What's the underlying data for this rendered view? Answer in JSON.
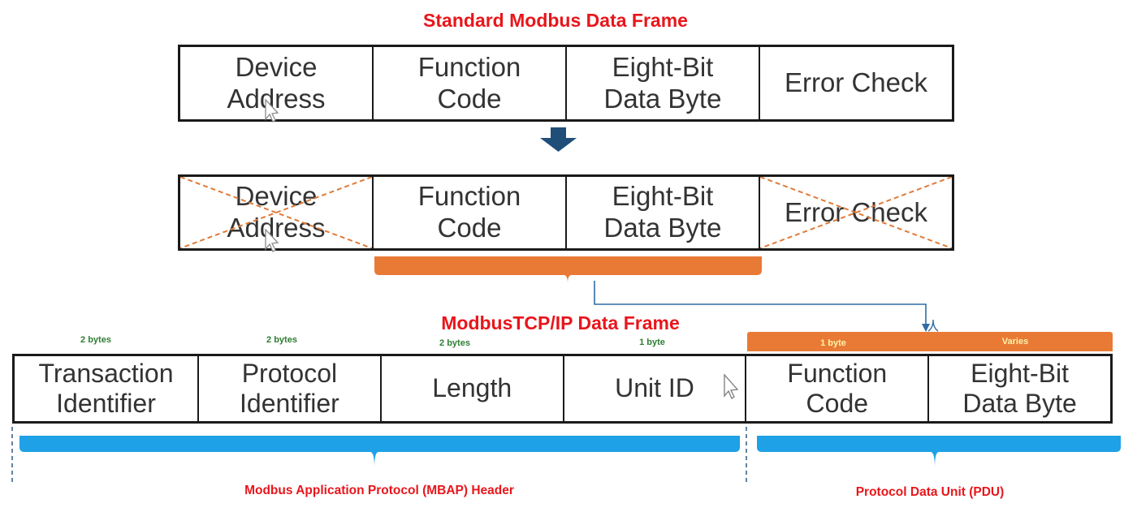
{
  "titles": {
    "standard": "Standard Modbus Data Frame",
    "tcp": "ModbusTCP/IP Data Frame",
    "mbap": "Modbus Application Protocol (MBAP) Header",
    "pdu": "Protocol Data Unit (PDU)"
  },
  "standard_frame": {
    "cells": [
      "Device\nAddress",
      "Function\nCode",
      "Eight-Bit\nData Byte",
      "Error Check"
    ]
  },
  "reduced_frame": {
    "cells": [
      "Device\nAddress",
      "Function\nCode",
      "Eight-Bit\nData Byte",
      "Error Check"
    ],
    "crossed_out": [
      "Device\nAddress",
      "Error Check"
    ]
  },
  "tcp_frame": {
    "cells": [
      "Transaction\nIdentifier",
      "Protocol\nIdentifier",
      "Length",
      "Unit ID",
      "Function\nCode",
      "Eight-Bit\nData Byte"
    ],
    "sizes": [
      "2 bytes",
      "2 bytes",
      "2 bytes",
      "1 byte",
      "1 byte",
      "Varies"
    ]
  },
  "colors": {
    "title_red": "#e8161b",
    "orange": "#e97a35",
    "blue": "#1ea1e6",
    "arrow_navy": "#1f4e79",
    "connector": "#2e6da4",
    "size_label_green": "#2e7d32",
    "cross_line": "#e07b39"
  },
  "icons": [
    "down-arrow-icon",
    "mouse-pointer-icon"
  ]
}
